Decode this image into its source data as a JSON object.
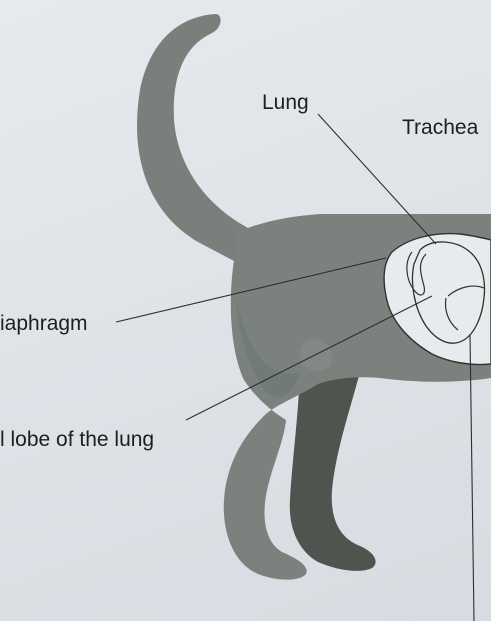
{
  "labels": {
    "lung": "Lung",
    "trachea": "Trachea",
    "diaphragm": "iaphragm",
    "caudal_lobe": "l lobe of the lung"
  },
  "colors": {
    "background": "#dfe4e8",
    "body": "#7a817c",
    "leg_far": "#50544f",
    "lung_fill": "#e9ecee",
    "outline": "#2e3330",
    "leader": "#2b2f30",
    "text": "#1c1f22"
  }
}
